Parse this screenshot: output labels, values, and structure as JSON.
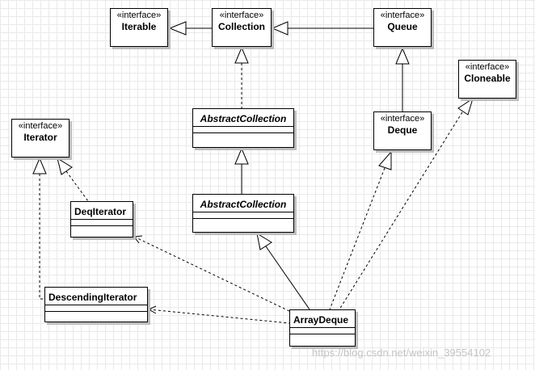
{
  "interfaces": {
    "iterable": {
      "stereotype": "«interface»",
      "name": "Iterable"
    },
    "collection": {
      "stereotype": "«interface»",
      "name": "Collection"
    },
    "queue": {
      "stereotype": "«interface»",
      "name": "Queue"
    },
    "cloneable": {
      "stereotype": "«interface»",
      "name": "Cloneable"
    },
    "iterator": {
      "stereotype": "«interface»",
      "name": "Iterator"
    },
    "deque": {
      "stereotype": "«interface»",
      "name": "Deque"
    }
  },
  "classes": {
    "abstract_collection_1": {
      "name": "AbstractCollection",
      "abstract": true
    },
    "abstract_collection_2": {
      "name": "AbstractCollection",
      "abstract": true
    },
    "deq_iterator": {
      "name": "DeqIterator"
    },
    "descending_iterator": {
      "name": "DescendingIterator"
    },
    "array_deque": {
      "name": "ArrayDeque"
    }
  },
  "relations": [
    {
      "from": "Collection",
      "to": "Iterable",
      "kind": "generalization"
    },
    {
      "from": "Queue",
      "to": "Collection",
      "kind": "generalization"
    },
    {
      "from": "Deque",
      "to": "Queue",
      "kind": "generalization"
    },
    {
      "from": "AbstractCollection",
      "to": "Collection",
      "kind": "realization"
    },
    {
      "from": "AbstractCollection",
      "to": "AbstractCollection",
      "kind": "generalization"
    },
    {
      "from": "DeqIterator",
      "to": "Iterator",
      "kind": "realization"
    },
    {
      "from": "DescendingIterator",
      "to": "Iterator",
      "kind": "realization"
    },
    {
      "from": "ArrayDeque",
      "to": "AbstractCollection",
      "kind": "generalization"
    },
    {
      "from": "ArrayDeque",
      "to": "Deque",
      "kind": "realization"
    },
    {
      "from": "ArrayDeque",
      "to": "Cloneable",
      "kind": "realization"
    },
    {
      "from": "ArrayDeque",
      "to": "DeqIterator",
      "kind": "dependency"
    },
    {
      "from": "ArrayDeque",
      "to": "DescendingIterator",
      "kind": "dependency"
    }
  ],
  "watermark": "https://blog.csdn.net/weixin_39554102"
}
